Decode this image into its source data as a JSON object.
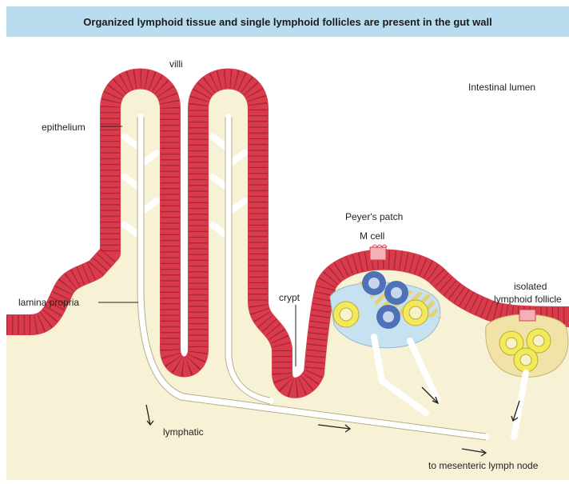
{
  "title": "Organized lymphoid tissue and single lymphoid follicles are present in the gut wall",
  "labels": {
    "villi": "villi",
    "epithelium": "epithelium",
    "lamina_propria": "lamina propria",
    "crypt": "crypt",
    "intestinal_lumen": "Intestinal lumen",
    "peyers_patch": "Peyer's patch",
    "m_cell": "M cell",
    "isolated_follicle_line1": "isolated",
    "isolated_follicle_line2": "lymphoid follicle",
    "lymphatic": "lymphatic",
    "mesenteric": "to mesenteric lymph node"
  },
  "colors": {
    "header_bg": "#b9dcef",
    "epithelium_red": "#d93b4c",
    "tissue_cream": "#f7f2d6",
    "follicle_blue": "#c6e2f1",
    "follicle_yellow": "#f1e3a7",
    "lymphocyte_blue": "#4f71b8",
    "lymphocyte_yellow": "#f2ea58"
  }
}
